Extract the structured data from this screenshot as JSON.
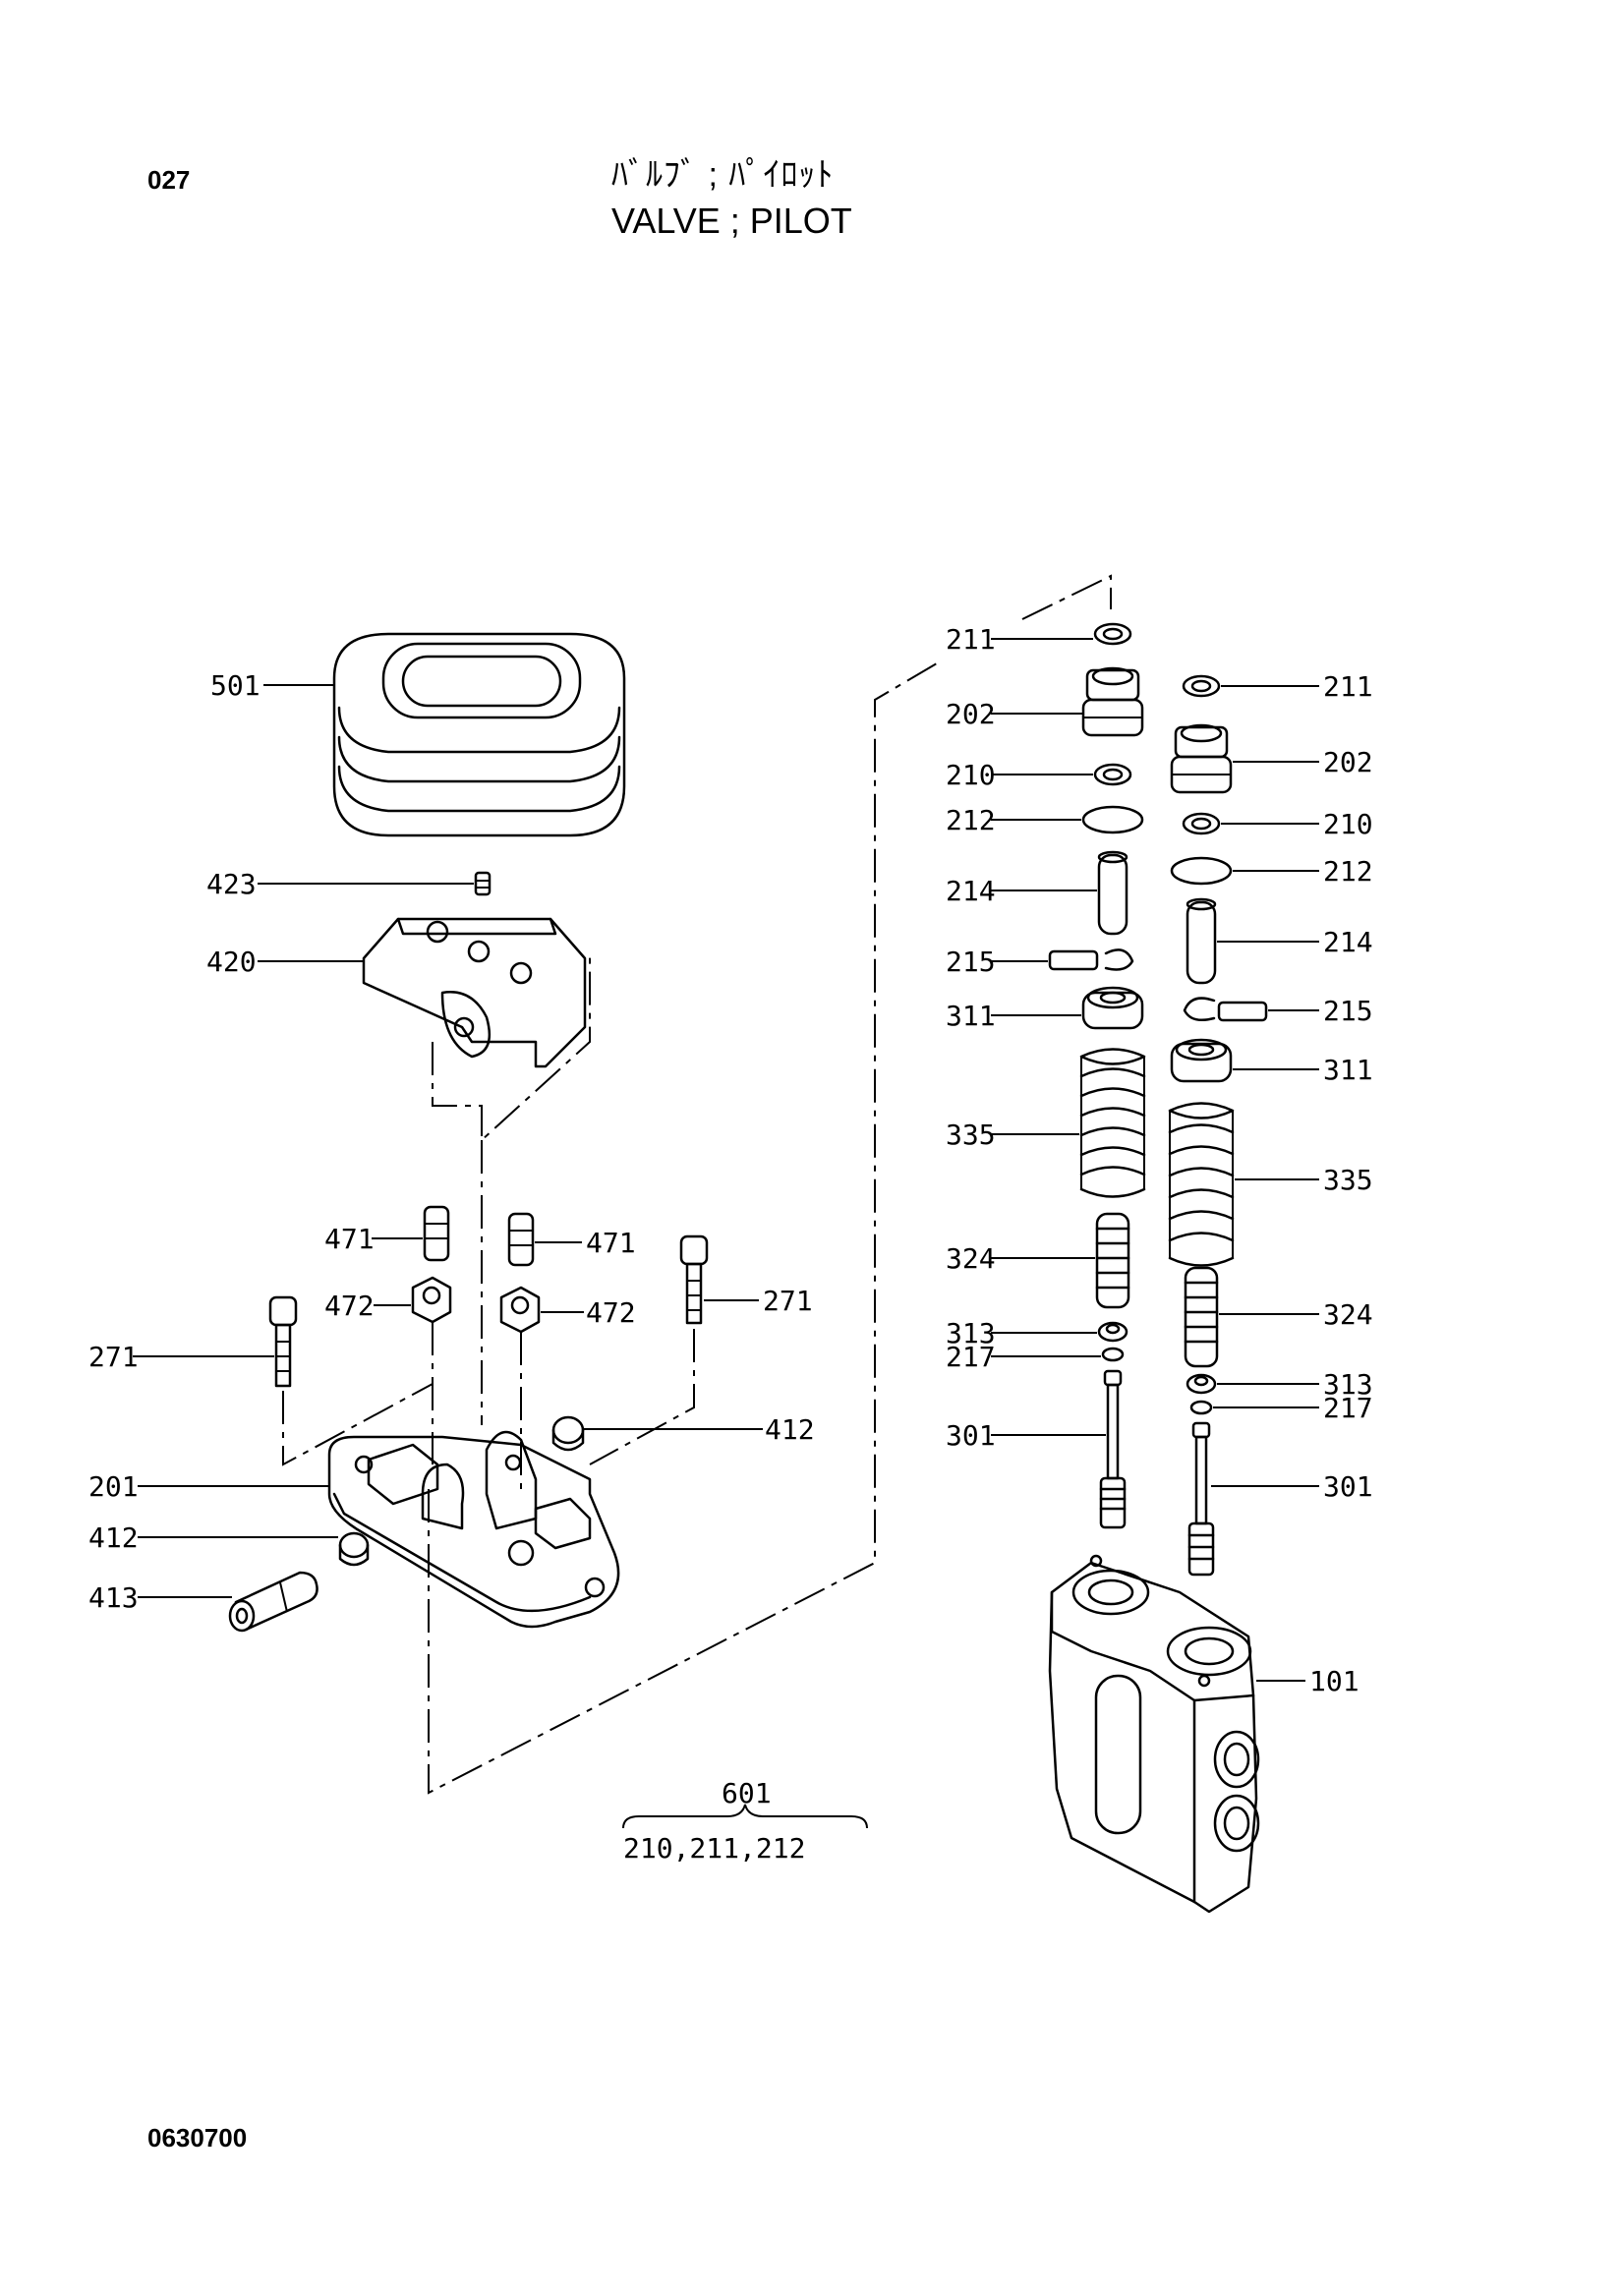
{
  "header": {
    "page_number": "027",
    "title_jp": "ﾊﾞﾙﾌﾞ ; ﾊﾟｲﾛｯﾄ",
    "title_en": "VALVE ; PILOT"
  },
  "footer": {
    "code": "0630700"
  },
  "kit": {
    "number": "601",
    "contents": "210,211,212"
  },
  "labels": {
    "l501": "501",
    "l423": "423",
    "l420": "420",
    "l471a": "471",
    "l471b": "471",
    "l472a": "472",
    "l472b": "472",
    "l271a": "271",
    "l271b": "271",
    "l412a": "412",
    "l412b": "412",
    "l201": "201",
    "l413": "413",
    "l211a": "211",
    "l202a": "202",
    "l210a": "210",
    "l212a": "212",
    "l214a": "214",
    "l215a": "215",
    "l311a": "311",
    "l335a": "335",
    "l324a": "324",
    "l313a": "313",
    "l217a": "217",
    "l301a": "301",
    "l211b": "211",
    "l202b": "202",
    "l210b": "210",
    "l212b": "212",
    "l214b": "214",
    "l215b": "215",
    "l311b": "311",
    "l335b": "335",
    "l324b": "324",
    "l313b": "313",
    "l217b": "217",
    "l301b": "301",
    "l101": "101"
  }
}
